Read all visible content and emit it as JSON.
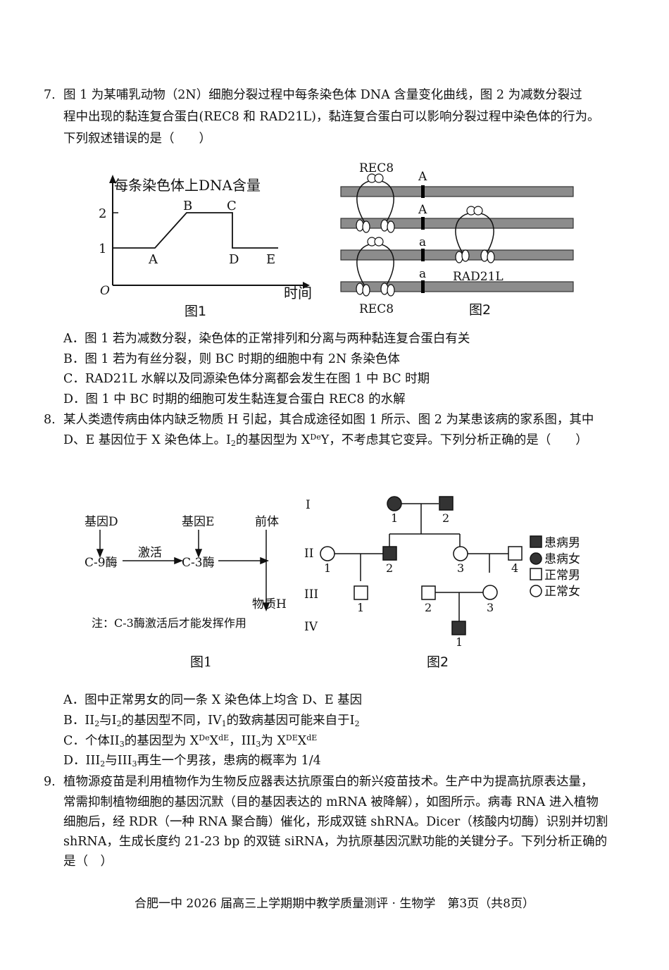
{
  "q7": {
    "num": "7.",
    "line1": "图 1 为某哺乳动物（2N）细胞分裂过程中每条染色体 DNA 含量变化曲线，图 2 为减数分裂过",
    "line2": "程中出现的黏连复合蛋白(REC8 和 RAD21L)，黏连复合蛋白可以影响分裂过程中染色体的行为。",
    "line3": "下列叙述错误的是（　　）",
    "fig1": {
      "ylabel": "每条染色体上DNA含量",
      "xlabel": "时间",
      "origin": "O",
      "y_ticks": [
        "2",
        "1"
      ],
      "points": [
        "A",
        "B",
        "C",
        "D",
        "E"
      ],
      "caption": "图1"
    },
    "fig2": {
      "label_rec8_top": "REC8",
      "label_rec8_bottom": "REC8",
      "label_rad21l": "RAD21L",
      "alleles": [
        "A",
        "A",
        "a",
        "a"
      ],
      "caption": "图2"
    },
    "options": {
      "A": "A．图 1 若为减数分裂，染色体的正常排列和分离与两种黏连复合蛋白有关",
      "B": "B．图 1 若为有丝分裂，则 BC 时期的细胞中有 2N 条染色体",
      "C": "C．RAD21L 水解以及同源染色体分离都会发生在图 1 中 BC 时期",
      "D": "D．图 1 中 BC 时期的细胞可发生黏连复合蛋白 REC8 的水解"
    }
  },
  "q8": {
    "num": "8.",
    "line1": "某人类遗传病由体内缺乏物质 H 引起，其合成途径如图 1 所示、图 2 为某患该病的家系图，其中",
    "line2_a": "D、E 基因位于 X 染色体上。I",
    "line2_sub": "2",
    "line2_b": "的基因型为 X",
    "line2_sup": "De",
    "line2_c": "Y，不考虑其它变异。下列分析正确的是（　　）",
    "fig1": {
      "gene_d": "基因D",
      "gene_e": "基因E",
      "precursor": "前体",
      "enzyme_c9": "C-9酶",
      "activate": "激活",
      "enzyme_c3": "C-3酶",
      "substance_h": "物质H",
      "note": "注：C-3酶激活后才能发挥作用",
      "caption": "图1"
    },
    "fig2": {
      "generations": [
        "I",
        "II",
        "III",
        "IV"
      ],
      "legend": [
        "患病男",
        "患病女",
        "正常男",
        "正常女"
      ],
      "caption": "图2",
      "ids": {
        "I1": "1",
        "I2": "2",
        "II1": "1",
        "II2": "2",
        "II3": "3",
        "II4": "4",
        "III1": "1",
        "III2": "2",
        "III3": "3",
        "IV1": "1"
      }
    },
    "options": {
      "A": "A．图中正常男女的同一条 X 染色体上均含 D、E 基因",
      "B_a": "B．II",
      "B_s1": "2",
      "B_b": "与I",
      "B_s2": "2",
      "B_c": "的基因型不同，IV",
      "B_s3": "1",
      "B_d": "的致病基因可能来自于I",
      "B_s4": "2",
      "C_a": "C．个体II",
      "C_s1": "3",
      "C_b": "的基因型为 X",
      "C_p1": "De",
      "C_c": "X",
      "C_p2": "dE",
      "C_d": "，III",
      "C_s2": "3",
      "C_e": "为 X",
      "C_p3": "DE",
      "C_f": "X",
      "C_p4": "dE",
      "D_a": "D．III",
      "D_s1": "2",
      "D_b": "与III",
      "D_s2": "3",
      "D_c": "再生一个男孩，患病的概率为 1/4"
    }
  },
  "q9": {
    "num": "9.",
    "line1": "植物源疫苗是利用植物作为生物反应器表达抗原蛋白的新兴疫苗技术。生产中为提高抗原表达量，",
    "line2": "常需抑制植物细胞的基因沉默（目的基因表达的 mRNA 被降解），如图所示。病毒 RNA 进入植物",
    "line3": "细胞后，经 RDR（一种 RNA 聚合酶）催化，形成双链 shRNA。Dicer（核酸内切酶）识别并切割",
    "line4": "shRNA，生成长度约 21-23 bp 的双链 siRNA，为抗原基因沉默功能的关键分子。下列分析正确的",
    "line5": "是（　）"
  },
  "footer": "合肥一中 2026 届高三上学期期中教学质量测评 · 生物学　第3页（共8页）"
}
